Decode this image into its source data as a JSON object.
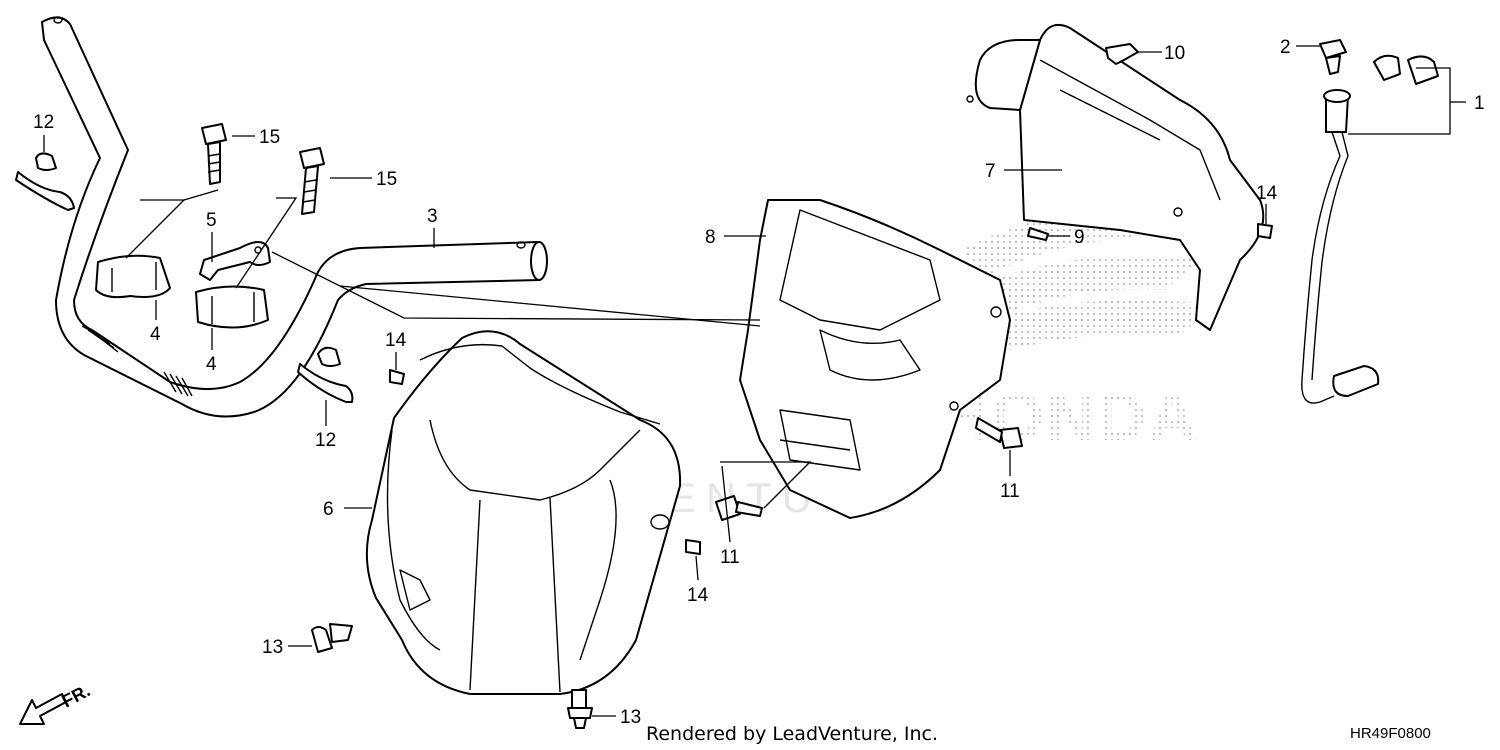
{
  "labels": {
    "p1": "1",
    "p2": "2",
    "p3": "3",
    "p4a": "4",
    "p4b": "4",
    "p5": "5",
    "p6": "6",
    "p7": "7",
    "p8": "8",
    "p9": "9",
    "p10": "10",
    "p11a": "11",
    "p11b": "11",
    "p12a": "12",
    "p12b": "12",
    "p13a": "13",
    "p13b": "13",
    "p14a": "14",
    "p14b": "14",
    "p14c": "14",
    "p15a": "15",
    "p15b": "15"
  },
  "front_marker": "FR.",
  "watermark": {
    "brand": "HONDA",
    "vendor": "LEADVENTURE"
  },
  "footer": {
    "credit": "Rendered by LeadVenture, Inc.",
    "diagram_code": "HR49F0800"
  }
}
